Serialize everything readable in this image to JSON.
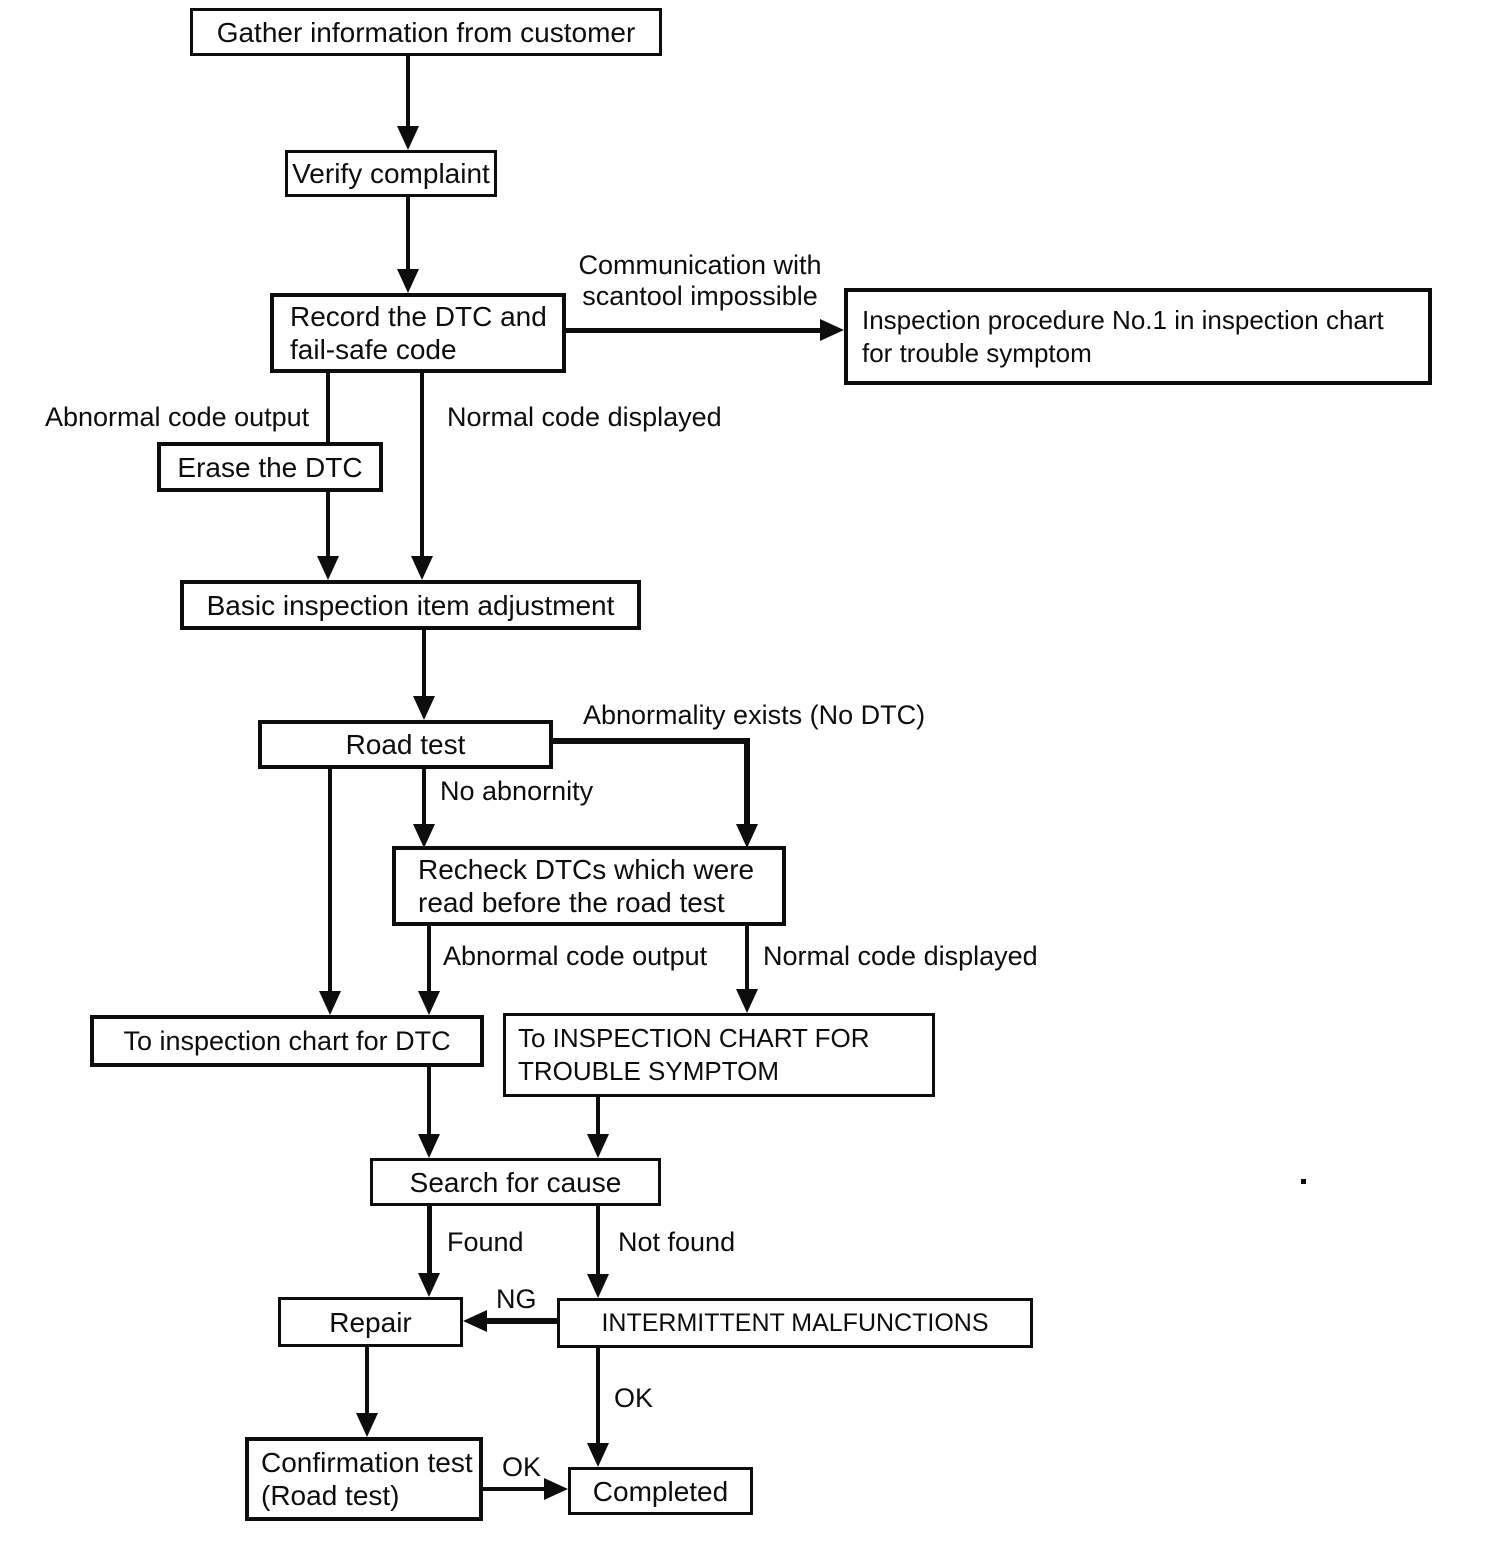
{
  "diagram": {
    "type": "flowchart",
    "subject": "Diagnostic trouble code (DTC) troubleshooting procedure",
    "ink_color": "#0d0d0d",
    "background_color": "#ffffff"
  },
  "nodes": {
    "gather": "Gather information from customer",
    "verify": "Verify complaint",
    "record": "Record the DTC and\nfail-safe code",
    "inspection_no1": "Inspection procedure No.1 in inspection chart\nfor trouble symptom",
    "erase": "Erase the DTC",
    "basic": "Basic inspection item adjustment",
    "road_test": "Road test",
    "recheck": "Recheck DTCs which were\nread before the road test",
    "to_dtc_chart": "To inspection chart for DTC",
    "to_trouble_chart": "To INSPECTION CHART FOR\nTROUBLE SYMPTOM",
    "search": "Search for cause",
    "repair": "Repair",
    "intermittent": "INTERMITTENT MALFUNCTIONS",
    "confirmation": "Confirmation test\n(Road test)",
    "completed": "Completed"
  },
  "edge_labels": {
    "communication": "Communication with\nscantool impossible",
    "abnormal_code_output_1": "Abnormal code output",
    "normal_code_displayed_1": "Normal code displayed",
    "abnormality_exists": "Abnormality exists (No DTC)",
    "no_abnormity": "No abnornity",
    "abnormal_code_output_2": "Abnormal code output",
    "normal_code_displayed_2": "Normal code displayed",
    "found": "Found",
    "not_found": "Not found",
    "ng": "NG",
    "ok_intermittent": "OK",
    "ok_confirmation": "OK"
  },
  "edges": [
    {
      "from": "gather",
      "to": "verify"
    },
    {
      "from": "verify",
      "to": "record"
    },
    {
      "from": "record",
      "to": "inspection_no1",
      "label_key": "communication"
    },
    {
      "from": "record",
      "to": "erase",
      "label_key": "abnormal_code_output_1"
    },
    {
      "from": "erase",
      "to": "basic"
    },
    {
      "from": "record",
      "to": "basic",
      "label_key": "normal_code_displayed_1"
    },
    {
      "from": "basic",
      "to": "road_test"
    },
    {
      "from": "road_test",
      "to": "recheck",
      "label_key": "abnormality_exists"
    },
    {
      "from": "road_test",
      "to": "recheck",
      "label_key": "no_abnormity"
    },
    {
      "from": "road_test",
      "to": "to_dtc_chart"
    },
    {
      "from": "recheck",
      "to": "to_dtc_chart",
      "label_key": "abnormal_code_output_2"
    },
    {
      "from": "recheck",
      "to": "to_trouble_chart",
      "label_key": "normal_code_displayed_2"
    },
    {
      "from": "to_dtc_chart",
      "to": "search"
    },
    {
      "from": "to_trouble_chart",
      "to": "search"
    },
    {
      "from": "search",
      "to": "repair",
      "label_key": "found"
    },
    {
      "from": "search",
      "to": "intermittent",
      "label_key": "not_found"
    },
    {
      "from": "intermittent",
      "to": "repair",
      "label_key": "ng"
    },
    {
      "from": "intermittent",
      "to": "completed",
      "label_key": "ok_intermittent"
    },
    {
      "from": "repair",
      "to": "confirmation"
    },
    {
      "from": "confirmation",
      "to": "completed",
      "label_key": "ok_confirmation"
    }
  ]
}
